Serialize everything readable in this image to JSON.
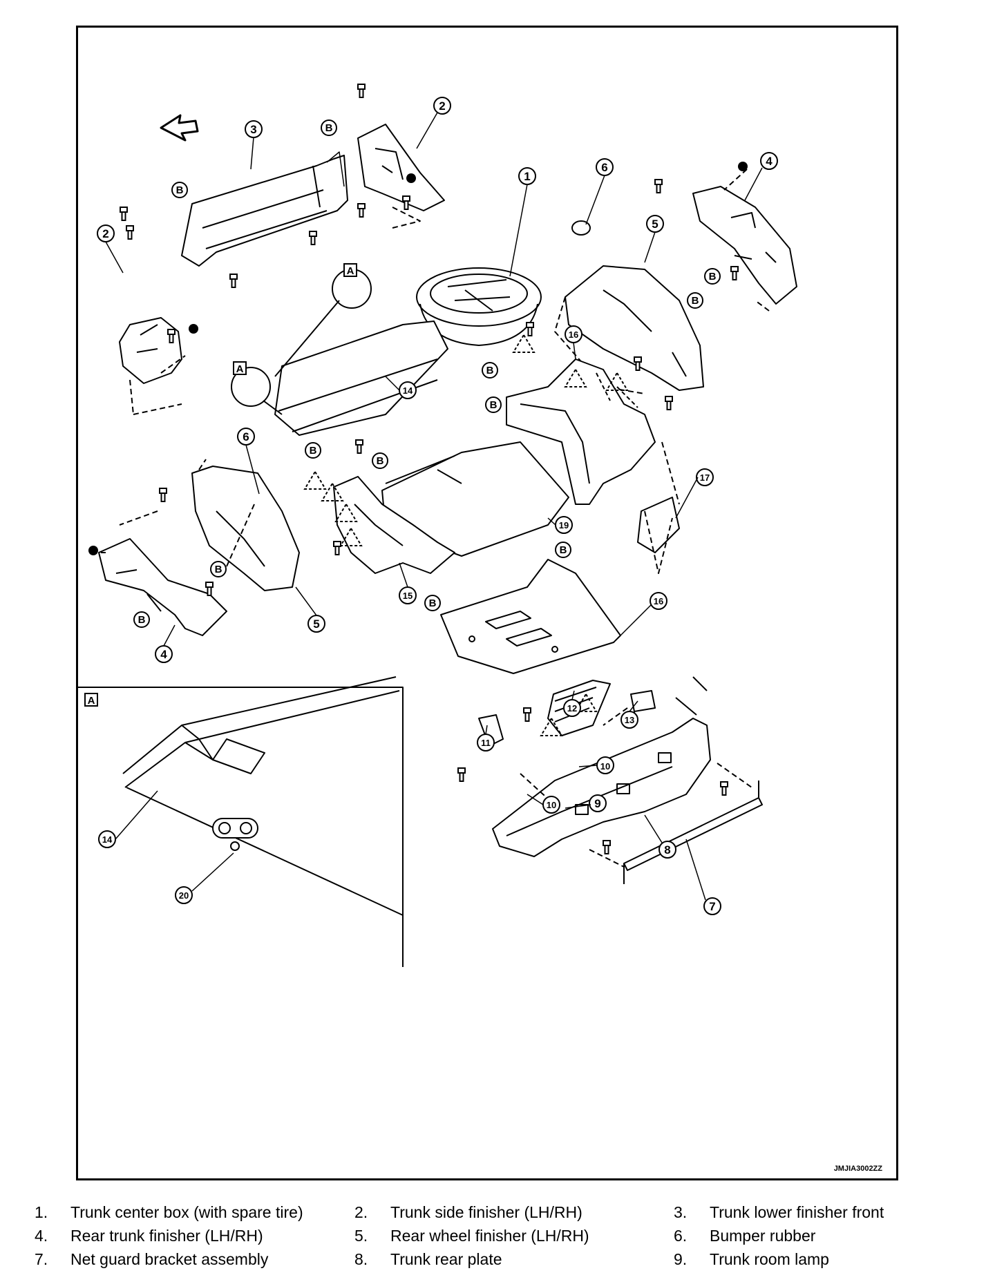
{
  "diagram": {
    "figure_code": "JMJIA3002ZZ",
    "callouts": {
      "c1": "1",
      "c2": "2",
      "c3": "3",
      "c4": "4",
      "c5": "5",
      "c6": "6",
      "c7": "7",
      "c8": "8",
      "c9": "9",
      "c10": "10",
      "c11": "11",
      "c12": "12",
      "c13": "13",
      "c14": "14",
      "c15": "15",
      "c16": "16",
      "c17": "17",
      "c19": "19",
      "c20": "20"
    },
    "marker_b": "B",
    "marker_a": "A"
  },
  "legend": [
    {
      "num": "1.",
      "text": "Trunk center box (with spare tire)"
    },
    {
      "num": "2.",
      "text": "Trunk side finisher (LH/RH)"
    },
    {
      "num": "3.",
      "text": "Trunk lower finisher front"
    },
    {
      "num": "4.",
      "text": "Rear trunk finisher (LH/RH)"
    },
    {
      "num": "5.",
      "text": "Rear wheel finisher (LH/RH)"
    },
    {
      "num": "6.",
      "text": "Bumper rubber"
    },
    {
      "num": "7.",
      "text": "Net guard bracket assembly"
    },
    {
      "num": "8.",
      "text": "Trunk rear plate"
    },
    {
      "num": "9.",
      "text": "Trunk room lamp"
    }
  ]
}
